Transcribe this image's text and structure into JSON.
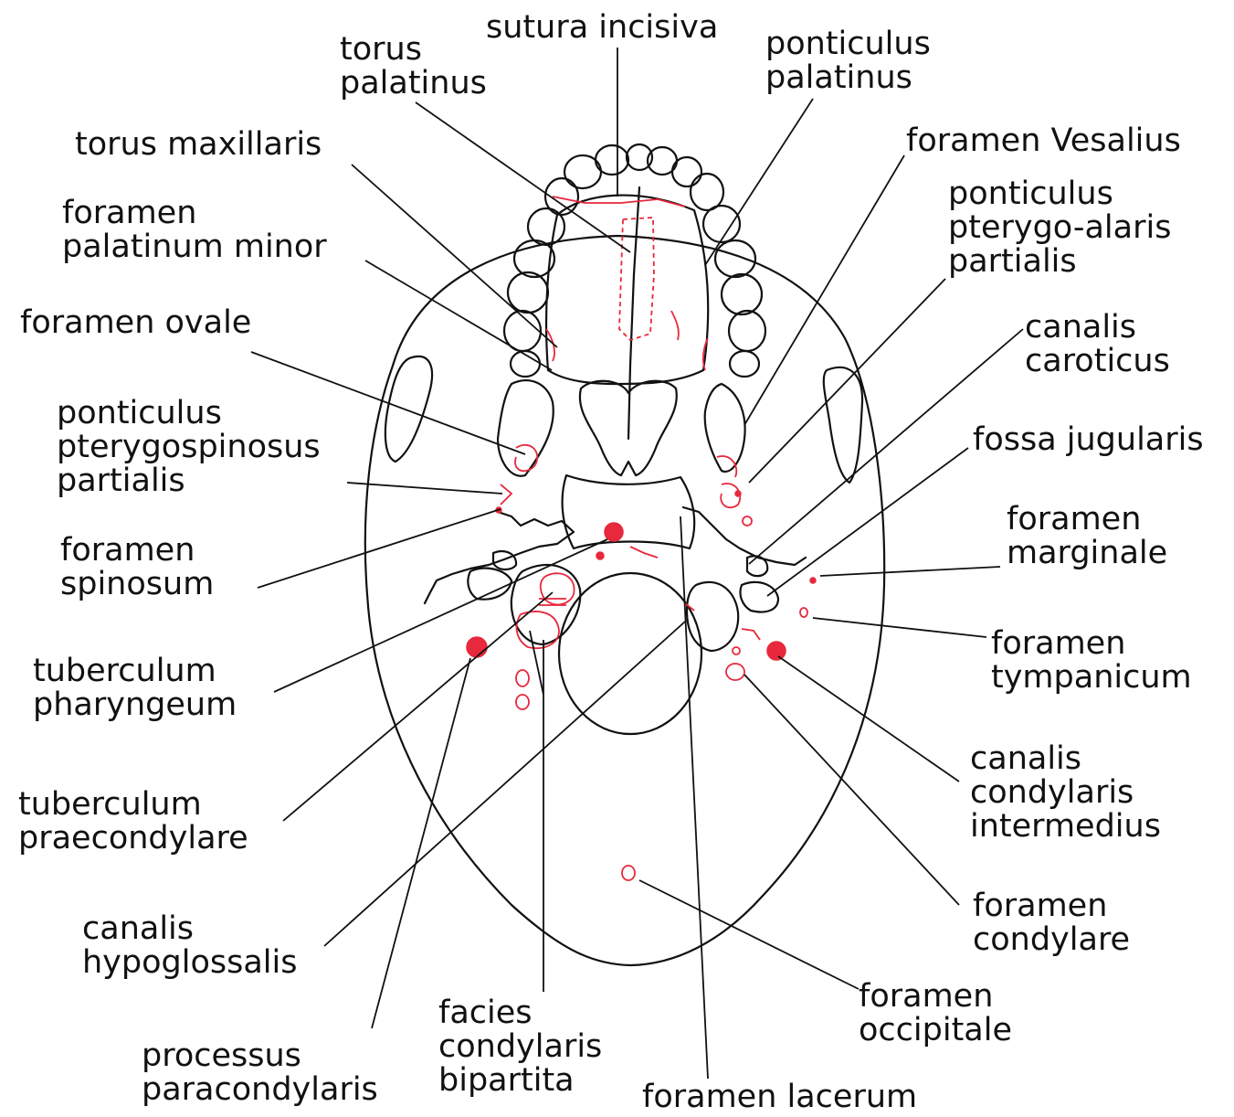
{
  "diagram": {
    "colors": {
      "outline": "#111111",
      "variants": "#e8283c",
      "background": "#ffffff"
    },
    "labels": {
      "sutura_incisiva": [
        "sutura incisiva"
      ],
      "torus_palatinus": [
        "torus",
        "palatinus"
      ],
      "ponticulus_palatinus": [
        "ponticulus",
        "palatinus"
      ],
      "torus_maxillaris": [
        "torus maxillaris"
      ],
      "foramen_vesalius": [
        "foramen Vesalius"
      ],
      "foramen_palatinum_minor": [
        "foramen",
        "palatinum minor"
      ],
      "ponticulus_pterygo_alaris": [
        "ponticulus",
        "pterygo-alaris",
        "partialis"
      ],
      "foramen_ovale": [
        "foramen ovale"
      ],
      "canalis_caroticus": [
        "canalis",
        "caroticus"
      ],
      "ponticulus_pterygospinosus": [
        "ponticulus",
        "pterygospinosus",
        "partialis"
      ],
      "fossa_jugularis": [
        "fossa jugularis"
      ],
      "foramen_spinosum": [
        "foramen",
        "spinosum"
      ],
      "foramen_marginale": [
        "foramen",
        "marginale"
      ],
      "tuberculum_pharyngeum": [
        "tuberculum",
        "pharyngeum"
      ],
      "foramen_tympanicum": [
        "foramen",
        "tympanicum"
      ],
      "tuberculum_praecondylare": [
        "tuberculum",
        "praecondylare"
      ],
      "canalis_condylaris_intermedius": [
        "canalis",
        "condylaris",
        "intermedius"
      ],
      "canalis_hypoglossalis": [
        "canalis",
        "hypoglossalis"
      ],
      "foramen_condylare": [
        "foramen",
        "condylare"
      ],
      "foramen_occipitale": [
        "foramen",
        "occipitale"
      ],
      "facies_condylaris_bipartita": [
        "facies",
        "condylaris",
        "bipartita"
      ],
      "processus_paracondylaris": [
        "processus",
        "paracondylaris"
      ],
      "foramen_lacerum": [
        "foramen lacerum"
      ]
    }
  }
}
